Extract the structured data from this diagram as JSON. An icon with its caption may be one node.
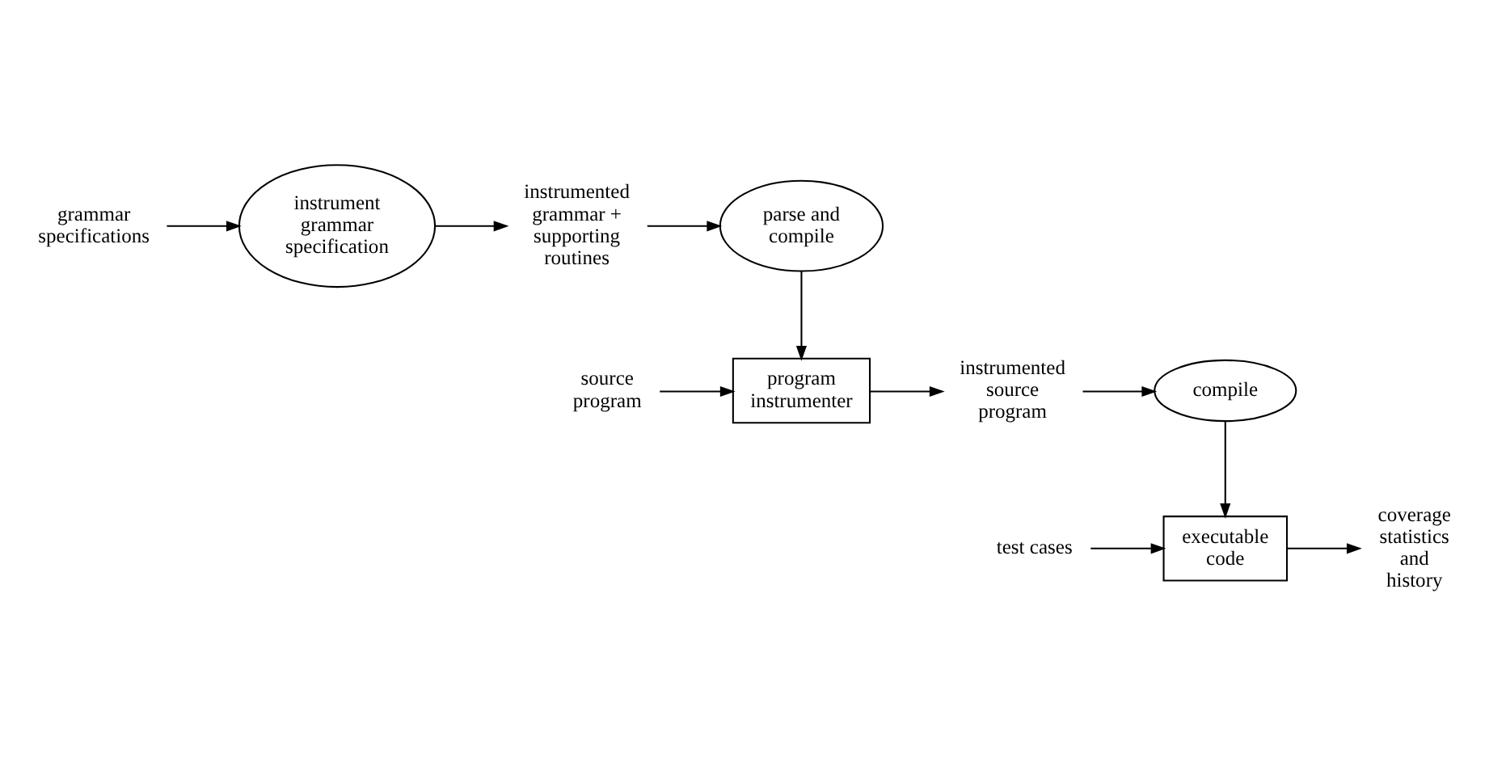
{
  "diagram": {
    "nodes": [
      {
        "text": [
          "grammar specifications"
        ]
      },
      {
        "text": [
          "instrument grammar specification"
        ]
      },
      {
        "text": [
          "instrumented grammar + supporting routines"
        ]
      },
      {
        "text": [
          "parse and compile"
        ]
      },
      {
        "text": [
          "source program"
        ]
      },
      {
        "text": [
          "program instrumenter"
        ]
      },
      {
        "text": [
          "instrumented source program"
        ]
      },
      {
        "text": [
          "compile"
        ]
      },
      {
        "text": [
          "test cases"
        ]
      },
      {
        "text": [
          "executable code"
        ]
      },
      {
        "text": [
          "coverage statistics and history"
        ]
      }
    ],
    "edges": [
      {
        "from": 0,
        "to": 1,
        "arrow": "to"
      },
      {
        "from": 1,
        "to": 2,
        "arrow": "to"
      },
      {
        "from": 2,
        "to": 3,
        "arrow": "to"
      },
      {
        "from": 3,
        "to": 5,
        "arrow": "to"
      },
      {
        "from": 4,
        "to": 5,
        "arrow": "to"
      },
      {
        "from": 5,
        "to": 6,
        "arrow": "to"
      },
      {
        "from": 6,
        "to": 7,
        "arrow": "to"
      },
      {
        "from": 7,
        "to": 9,
        "arrow": "to"
      },
      {
        "from": 8,
        "to": 9,
        "arrow": "to"
      },
      {
        "from": 9,
        "to": 10,
        "arrow": "to"
      }
    ]
  }
}
